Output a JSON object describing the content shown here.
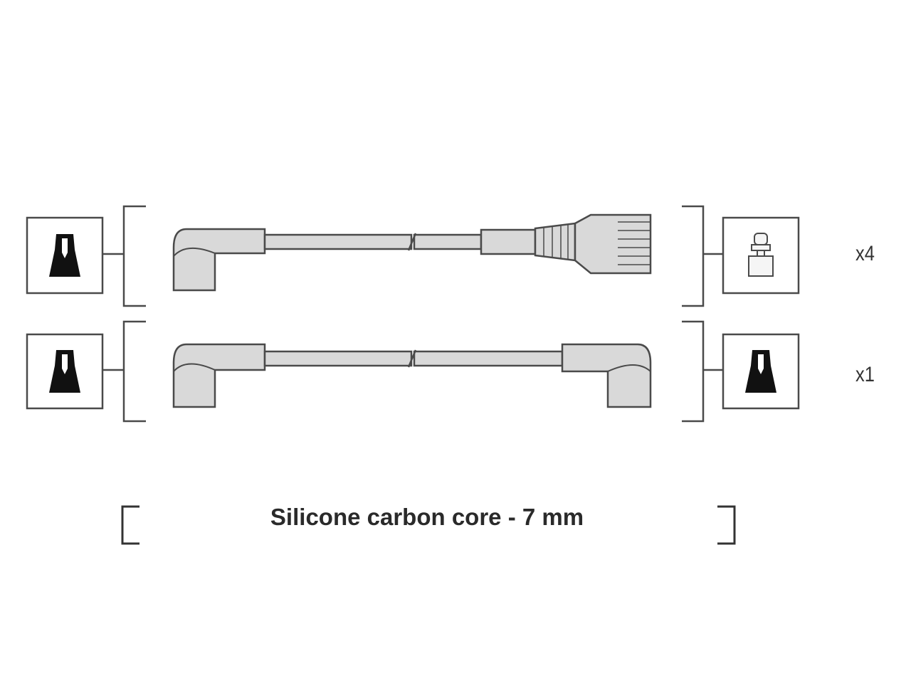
{
  "rows": [
    {
      "quantity": "x4",
      "left_terminal_icon": "coil-terminal-icon",
      "right_terminal_icon": "spark-plug-terminal-icon",
      "left_end": "angled-boot",
      "right_end": "straight-boot"
    },
    {
      "quantity": "x1",
      "left_terminal_icon": "coil-terminal-icon",
      "right_terminal_icon": "coil-terminal-icon",
      "left_end": "angled-boot",
      "right_end": "angled-boot"
    }
  ],
  "caption": "Silicone carbon core - 7 mm",
  "colors": {
    "line": "#4a4a4a",
    "cable_fill": "#d9d9d9",
    "terminal_fill": "#111111",
    "plug_fill": "#f5f5f5"
  }
}
